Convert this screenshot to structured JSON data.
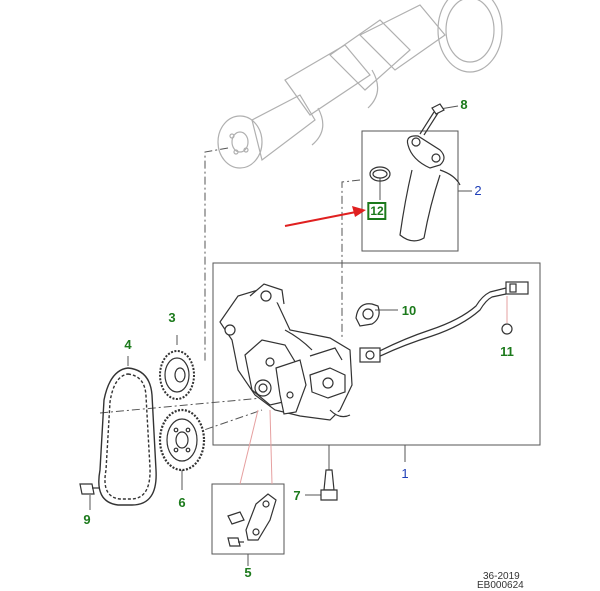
{
  "colors": {
    "green_callout": "#1c7a1c",
    "blue_callout": "#1f3fb8",
    "arrow_red": "#e02020",
    "leader_line": "#e6a0a0",
    "drawing_gray": "#9a9a9a",
    "drawing_dark": "#333333"
  },
  "callouts": {
    "c1": "1",
    "c2": "2",
    "c3": "3",
    "c4": "4",
    "c5": "5",
    "c6": "6",
    "c7": "7",
    "c8": "8",
    "c9": "9",
    "c10": "10",
    "c11": "11",
    "c12": "12"
  },
  "footer": {
    "ref_code": "36-2019",
    "drawing_id": "EB000624"
  }
}
